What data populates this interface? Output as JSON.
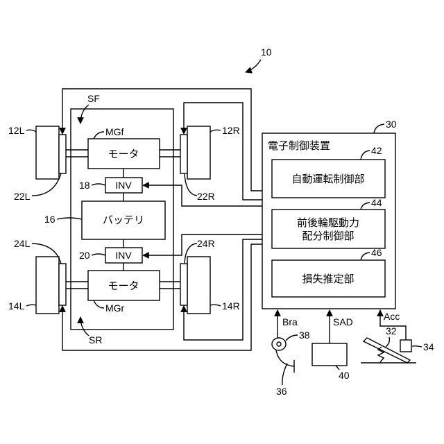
{
  "figure": {
    "ref": "10"
  },
  "vehicle": {
    "front_label": "SF",
    "rear_label": "SR",
    "wheels": {
      "front_left": "12L",
      "front_right": "12R",
      "rear_left": "14L",
      "rear_right": "14R"
    },
    "brakes": {
      "front_left": "22L",
      "front_right": "22R",
      "rear_left": "24L",
      "rear_right": "24R"
    },
    "front_motor": {
      "name": "モータ",
      "ref": "MGf"
    },
    "rear_motor": {
      "name": "モータ",
      "ref": "MGr"
    },
    "front_inverter": {
      "name": "INV",
      "ref": "18"
    },
    "rear_inverter": {
      "name": "INV",
      "ref": "20"
    },
    "battery": {
      "name": "バッテリ",
      "ref": "16"
    }
  },
  "ecu": {
    "title": "電子制御装置",
    "ref": "30",
    "autonomous_unit": {
      "name": "自動運転制御部",
      "ref": "42"
    },
    "distribution_unit": {
      "line1": "前後輪駆動力",
      "line2": "配分制御部",
      "ref": "44"
    },
    "loss_unit": {
      "name": "損失推定部",
      "ref": "46"
    }
  },
  "inputs": {
    "brake": {
      "signal": "Bra",
      "pedal_ref": "36",
      "sensor_ref": "38"
    },
    "autonomous_switch": {
      "signal": "SAD",
      "ref": "40"
    },
    "accelerator": {
      "signal": "Acc",
      "pedal_ref": "32",
      "sensor_ref": "34"
    }
  }
}
